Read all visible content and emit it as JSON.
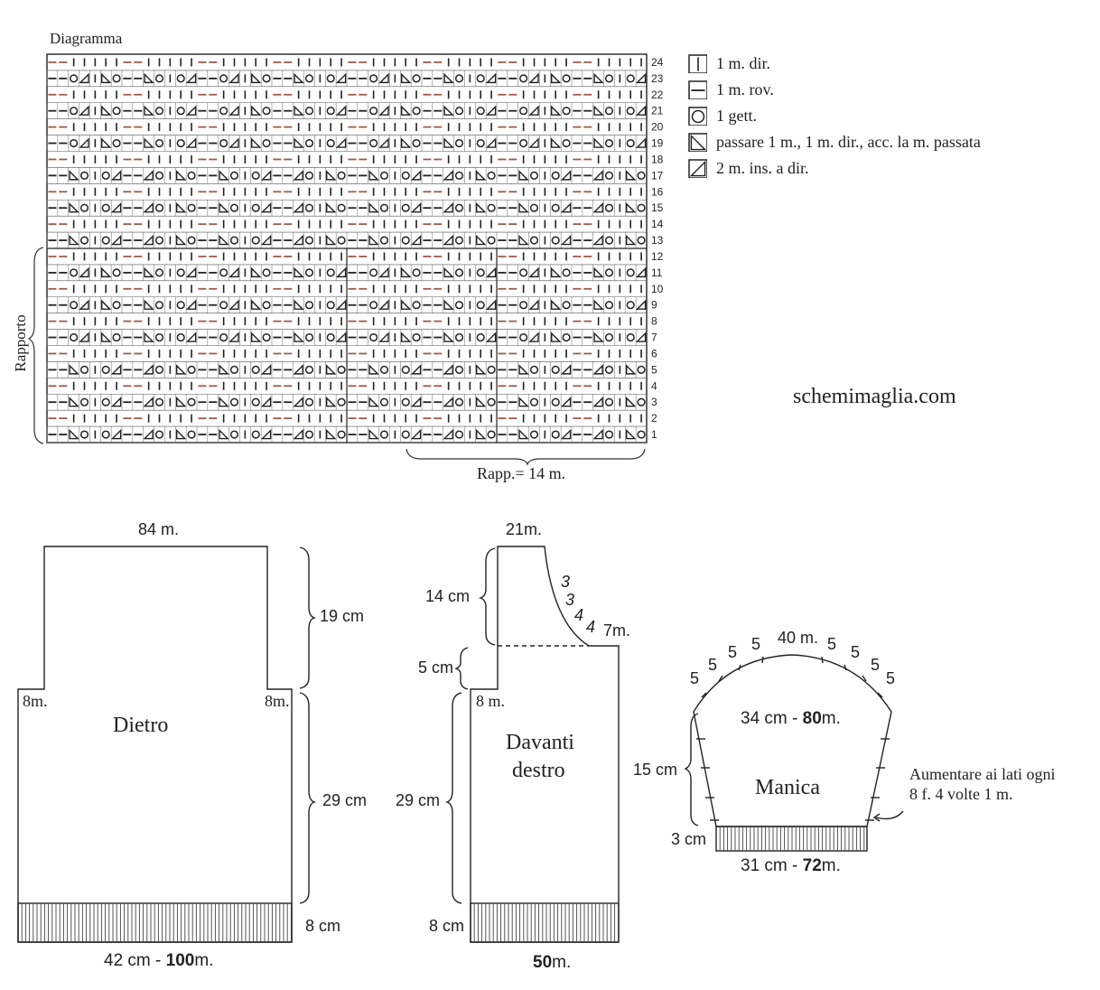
{
  "chart": {
    "title": "Diagramma",
    "side_label": "Rapporto",
    "repeat_label": "Rapp.= 14 m.",
    "row_numbers": [
      "1",
      "2",
      "3",
      "4",
      "5",
      "6",
      "7",
      "8",
      "9",
      "10",
      "11",
      "12",
      "13",
      "14",
      "15",
      "16",
      "17",
      "18",
      "19",
      "20",
      "21",
      "22",
      "23",
      "24"
    ],
    "pattern_a": [
      "-",
      "-",
      "L",
      "O",
      "I",
      "O",
      "R",
      "-",
      "-",
      "R",
      "O",
      "I",
      "L",
      "O"
    ],
    "pattern_b": [
      "-",
      "-",
      "O",
      "R",
      "I",
      "L",
      "O",
      "-",
      "-",
      "L",
      "O",
      "I",
      "O",
      "R"
    ],
    "row_pattern": {
      "1": "a",
      "3": "a",
      "5": "a",
      "7": "b",
      "9": "b",
      "11": "b",
      "13": "a",
      "15": "a",
      "17": "a",
      "19": "b",
      "21": "b",
      "23": "b"
    },
    "colors": {
      "purl": "#a05a4a",
      "line": "#222222"
    }
  },
  "legend": [
    {
      "symbol": "knit-icon",
      "text": "1 m. dir."
    },
    {
      "symbol": "purl-icon",
      "text": "1 m. rov."
    },
    {
      "symbol": "yarn-over-icon",
      "text": "1 gett."
    },
    {
      "symbol": "ssk-icon",
      "text": "passare 1 m., 1 m. dir., acc. la m. passata"
    },
    {
      "symbol": "k2tog-icon",
      "text": "2 m. ins. a dir."
    }
  ],
  "watermark": "schemimaglia.com",
  "back": {
    "label": "Dietro",
    "top_stitches": "84 m.",
    "armhole_left": "8m.",
    "armhole_right": "8m.",
    "armhole_height": "19 cm",
    "body_height": "29 cm",
    "ribbing_height": "8 cm",
    "bottom_cm": "42 cm - ",
    "bottom_sts": "100",
    "bottom_unit": "m."
  },
  "front": {
    "label_line1": "Davanti",
    "label_line2": "destro",
    "top_stitches": "21m.",
    "neck_height": "14 cm",
    "lower_neck_height": "5 cm",
    "armhole": "8 m.",
    "body_height": "29 cm",
    "ribbing_height": "8 cm",
    "neck_decreases": [
      "3",
      "3",
      "4",
      "4",
      "7m."
    ],
    "bottom_sts": "50",
    "bottom_unit": "m."
  },
  "sleeve": {
    "label": "Manica",
    "cap_stitches": "40 m.",
    "cap_steps": [
      "5",
      "5",
      "5",
      "5",
      "5",
      "5",
      "5",
      "5"
    ],
    "width_cm": "34 cm - ",
    "width_sts": "80",
    "width_unit": "m.",
    "side_height": "15 cm",
    "cuff_height": "3 cm",
    "bottom_cm": "31 cm - ",
    "bottom_sts": "72",
    "bottom_unit": "m.",
    "note_line1": "Aumentare ai lati ogni",
    "note_line2": "8 f. 4 volte 1 m."
  }
}
